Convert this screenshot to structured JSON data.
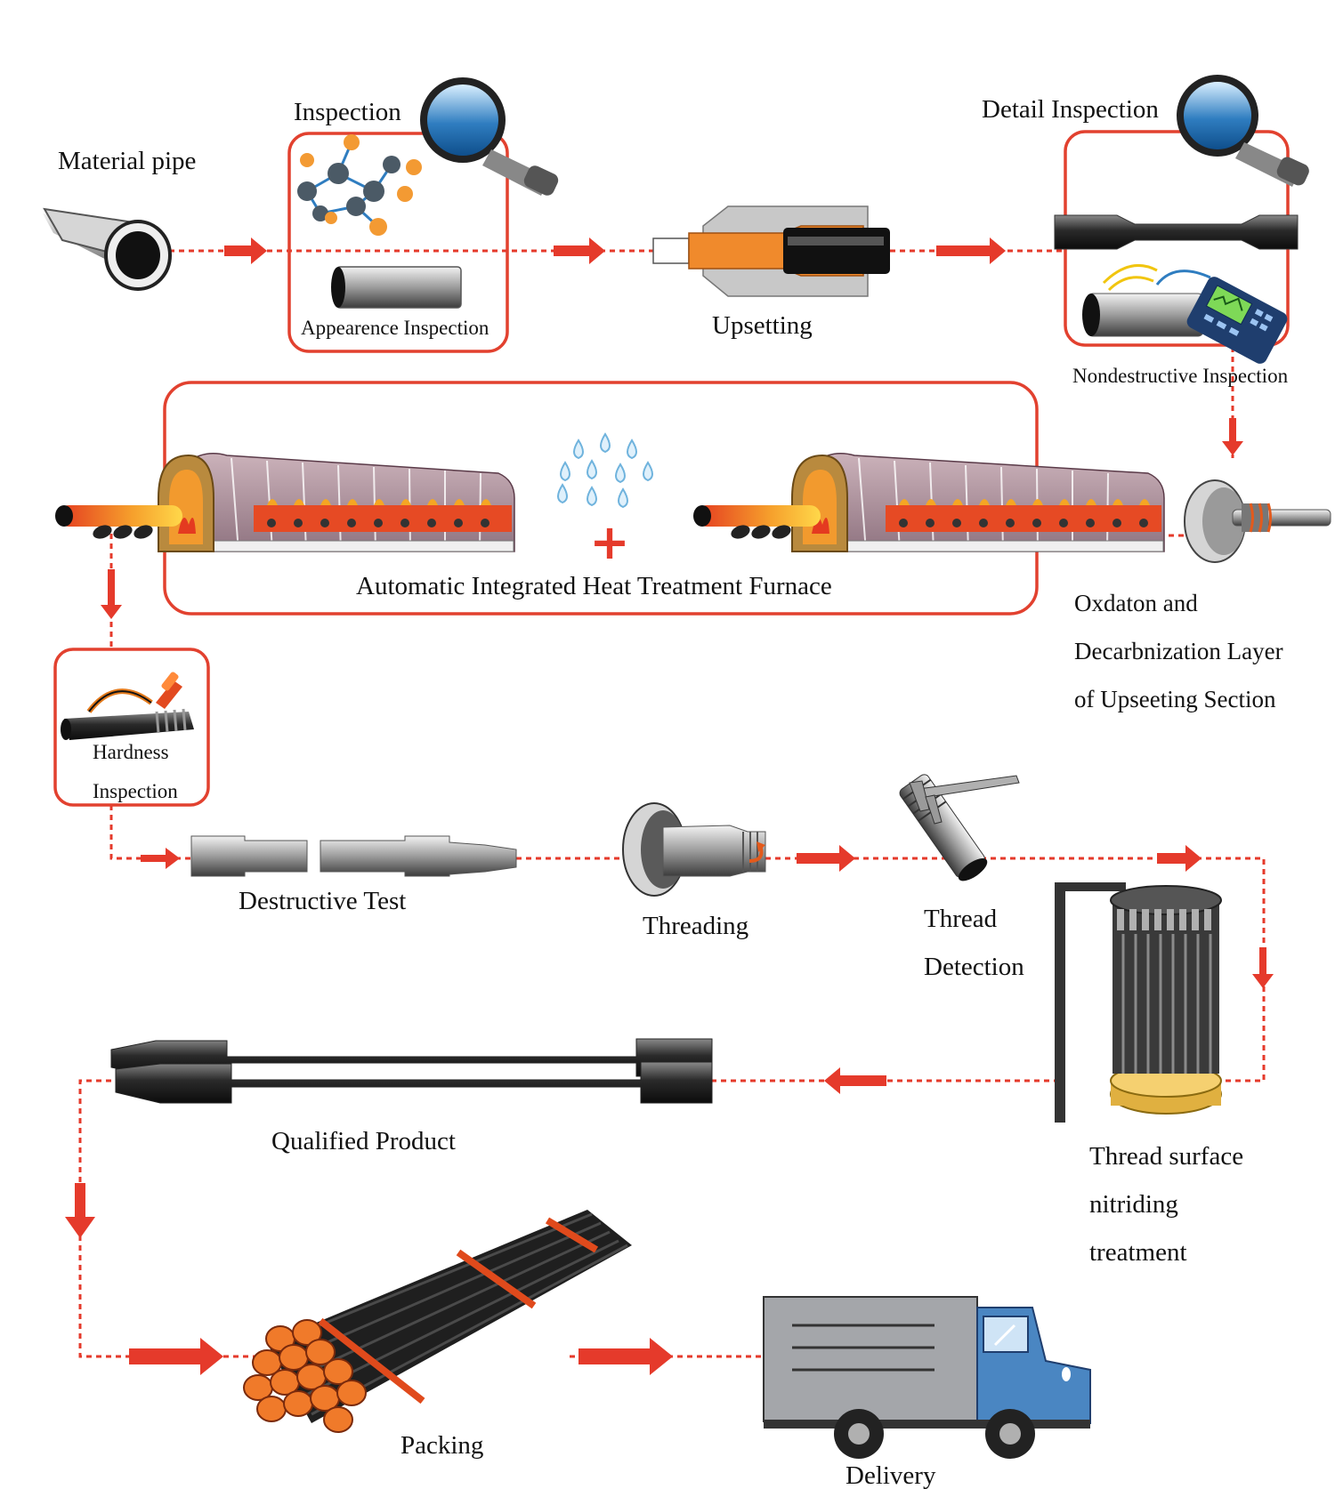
{
  "labels": {
    "material_pipe": "Material pipe",
    "inspection": "Inspection",
    "appearence_inspection": "Appearence Inspection",
    "upsetting": "Upsetting",
    "detail_inspection": "Detail Inspection",
    "nondestructive_inspection": "Nondestructive Inspection",
    "heat_treatment_furnace": "Automatic Integrated Heat Treatment Furnace",
    "oxdation_line1": "Oxdaton and",
    "oxdation_line2": "Decarbnization Layer",
    "oxdation_line3": "of Upseeting Section",
    "hardness_line1": "Hardness",
    "hardness_line2": "Inspection",
    "destructive_test": "Destructive Test",
    "threading": "Threading",
    "thread_detection_line1": "Thread",
    "thread_detection_line2": "Detection",
    "nitriding_line1": "Thread surface",
    "nitriding_line2": "nitriding",
    "nitriding_line3": "treatment",
    "qualified_product": "Qualified Product",
    "packing": "Packing",
    "delivery": "Delivery",
    "plus_sign": "+"
  },
  "colors": {
    "flow_red": "#e53a2b",
    "frame_red": "#e2412f",
    "steel_dark": "#2a2a2a",
    "steel_light": "#c9c9c9",
    "orange": "#f08a2c",
    "water_blue": "#6fb3dd",
    "truck_blue": "#4a86c2",
    "truck_gray": "#a4a6aa",
    "nitriding_base": "#e0b040"
  },
  "icons": [
    "pipe-icon",
    "molecule-icon",
    "magnifier-icon",
    "upsetting-die-icon",
    "nde-device-icon",
    "furnace-icon",
    "water-drops-icon",
    "chuck-icon",
    "hardness-tester-icon",
    "caliper-icon",
    "nitriding-rack-icon",
    "pipe-bundle-icon",
    "truck-icon"
  ]
}
